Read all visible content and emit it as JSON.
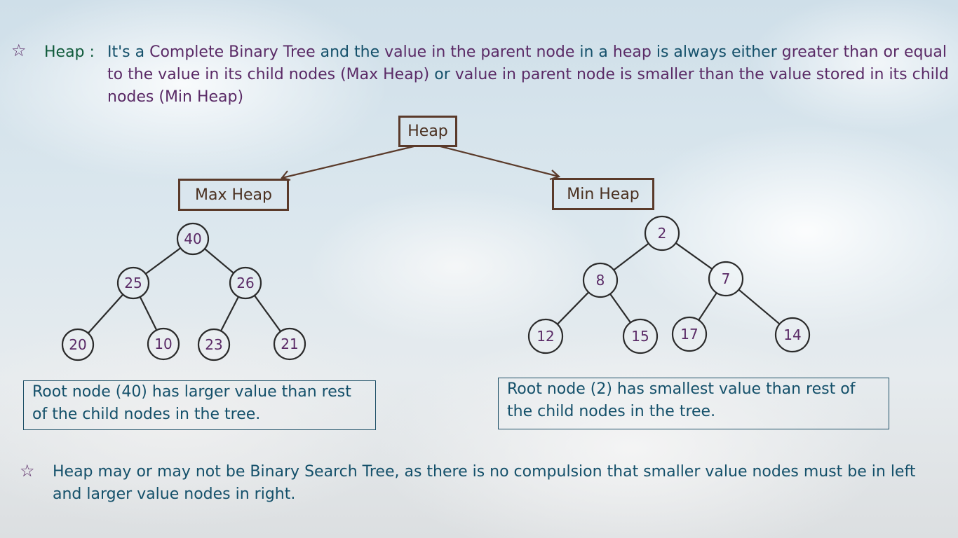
{
  "definition": {
    "star": "☆",
    "label": "Heap :",
    "text_parts": [
      {
        "t": "It's a ",
        "c": "teal"
      },
      {
        "t": "Complete Binary Tree",
        "c": "pur"
      },
      {
        "t": " and the ",
        "c": "teal"
      },
      {
        "t": "value in the parent node",
        "c": "pur"
      },
      {
        "t": " in a ",
        "c": "teal"
      },
      {
        "t": "heap",
        "c": "pur"
      },
      {
        "t": " is always either ",
        "c": "teal"
      },
      {
        "t": "greater than or equal to the value in its child nodes (Max Heap)",
        "c": "pur"
      },
      {
        "t": " or ",
        "c": "teal"
      },
      {
        "t": "value in parent node is smaller than the value stored in its child nodes (Min Heap)",
        "c": "pur"
      }
    ]
  },
  "diagram": {
    "root_label": "Heap",
    "max_label": "Max Heap",
    "min_label": "Min Heap",
    "max_heap_nodes": [
      "40",
      "25",
      "26",
      "20",
      "10",
      "23",
      "21"
    ],
    "min_heap_nodes": [
      "2",
      "8",
      "7",
      "12",
      "15",
      "17",
      "14"
    ]
  },
  "notes": {
    "max_note": "Root node (40) has larger value than rest of the child nodes in the tree.",
    "min_note": "Root node (2) has smallest value than rest of the child nodes in the tree."
  },
  "footer": {
    "star": "☆",
    "text": "Heap may or may not be Binary Search Tree, as there is no compulsion that smaller value nodes must be in left and larger value nodes in right."
  },
  "colors": {
    "teal": "#14506a",
    "purple": "#5a2a66",
    "green": "#0f5a3a",
    "brown": "#5a3a2a"
  }
}
